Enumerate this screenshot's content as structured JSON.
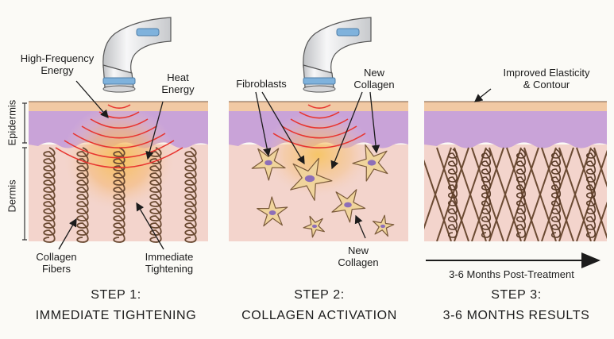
{
  "side_labels": {
    "epidermis": "Epidermis",
    "dermis": "Dermis"
  },
  "panel1": {
    "label_hf_energy": [
      "High-Frequency",
      "Energy"
    ],
    "label_heat": [
      "Heat",
      "Energy"
    ],
    "label_collagen_fibers": [
      "Collagen",
      "Fibers"
    ],
    "label_tightening": [
      "Immediate",
      "Tightening"
    ],
    "step_number": "STEP 1:",
    "step_title": "IMMEDIATE TIGHTENING"
  },
  "panel2": {
    "label_fibroblasts": "Fibroblasts",
    "label_new_collagen_top": [
      "New",
      "Collagen"
    ],
    "label_new_collagen_bottom": [
      "New",
      "Collagen"
    ],
    "step_number": "STEP 2:",
    "step_title": "COLLAGEN ACTIVATION"
  },
  "panel3": {
    "label_improved": [
      "Improved Elasticity",
      "& Contour"
    ],
    "timeline_label": "3-6 Months Post-Treatment",
    "step_number": "STEP 3:",
    "step_title": "3-6 MONTHS RESULTS"
  },
  "colors": {
    "epidermis": "#c9a3d8",
    "skin_surface": "#f1c9a4",
    "dermis": "#f3d4cc",
    "fiber": "#6b4a32",
    "heat": "#f7c356",
    "energy_wave": "#e8342f",
    "fibroblast": "#f0d49c",
    "nucleus": "#8d6fb8",
    "device_body": "#e9e9ea",
    "device_accent": "#7fb2dc"
  }
}
